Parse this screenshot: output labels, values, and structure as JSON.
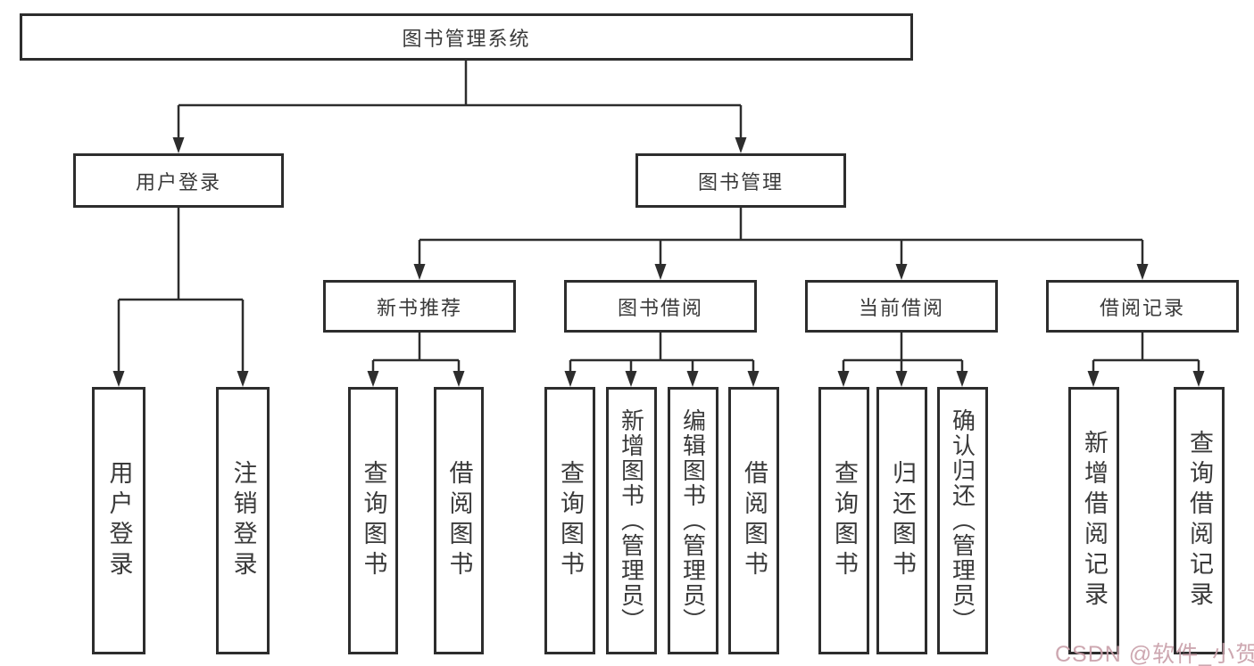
{
  "diagram": {
    "root": {
      "label": "图书管理系统"
    },
    "branches": [
      {
        "label": "用户登录",
        "children": [
          "用户登录",
          "注销登录"
        ]
      },
      {
        "label": "图书管理",
        "sections": [
          {
            "label": "新书推荐",
            "children": [
              "查询图书",
              "借阅图书"
            ]
          },
          {
            "label": "图书借阅",
            "children": [
              "查询图书",
              "新增图书（管理员）",
              "编辑图书（管理员）",
              "借阅图书"
            ]
          },
          {
            "label": "当前借阅",
            "children": [
              "查询图书",
              "归还图书",
              "确认归还（管理员）"
            ]
          },
          {
            "label": "借阅记录",
            "children": [
              "新增借阅记录",
              "查询借阅记录"
            ]
          }
        ]
      }
    ]
  },
  "watermark": {
    "text": "CSDN @软件_小贺同学"
  },
  "colors": {
    "line": "#2d2d2d",
    "text": "#3a3a3a",
    "watermark": "#c9a0aa",
    "background": "#ffffff"
  }
}
